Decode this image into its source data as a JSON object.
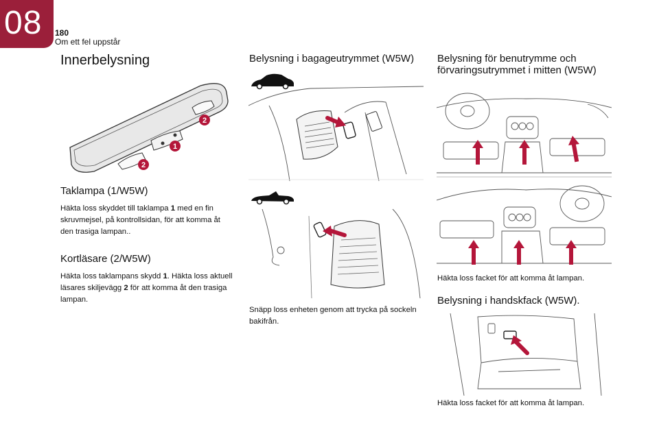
{
  "header": {
    "chapter": "08",
    "page_number": "180",
    "section": "Om ett fel uppstår"
  },
  "col1": {
    "title": "Innerbelysning",
    "callouts": [
      "1",
      "2",
      "2"
    ],
    "taklampa": {
      "heading": "Taklampa (1/W5W)",
      "text_before": "Häkta loss skyddet till taklampa ",
      "bold": "1",
      "text_after": " med en fin skruvmejsel, på kontrollsidan, för att komma åt den trasiga lampan.."
    },
    "kortlasare": {
      "heading": "Kortläsare (2/W5W)",
      "text_a": "Häkta loss taklampans skydd ",
      "bold_a": "1",
      "text_b": ". Häkta loss aktuell läsares skiljevägg ",
      "bold_b": "2",
      "text_c": " för att komma åt den trasiga lampan."
    }
  },
  "col2": {
    "heading": "Belysning i bagageutrymmet (W5W)",
    "text": "Snäpp loss enheten genom att trycka på sockeln bakifrån."
  },
  "col3": {
    "heading1_line1": "Belysning för benutrymme och",
    "heading1_line2": "förvaringsutrymmet i mitten (W5W)",
    "text1": "Häkta loss facket för att komma åt lampan.",
    "heading2": "Belysning i handskfack (W5W).",
    "text2": "Häkta loss facket för att komma åt lampan."
  },
  "colors": {
    "accent": "#9b1f3a",
    "callout": "#b4163a"
  }
}
